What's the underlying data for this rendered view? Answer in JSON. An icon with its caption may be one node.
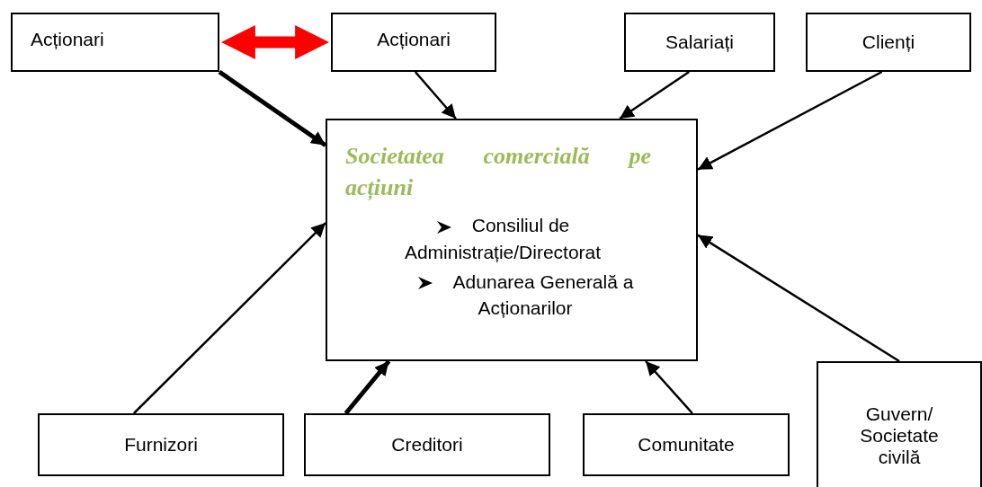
{
  "diagram": {
    "nodes": [
      {
        "text": [
          "Acționari"
        ]
      },
      {
        "text": [
          "Acționari"
        ]
      },
      {
        "text": [
          "Salariați"
        ]
      },
      {
        "text": [
          "Clienți"
        ]
      },
      {
        "text": [
          "Societatea comercială pe acțiuni",
          "Consiliul de Administrație/Directorat",
          "Adunarea Generală a Acționarilor"
        ]
      },
      {
        "text": [
          "Furnizori"
        ]
      },
      {
        "text": [
          "Creditori"
        ]
      },
      {
        "text": [
          "Comunitate"
        ]
      },
      {
        "text": [
          "Guvern/ Societate civilă"
        ]
      }
    ],
    "edges": [
      {
        "from": 0,
        "to": 1,
        "arrow": "both",
        "style": "thick",
        "color": "#ff0000"
      },
      {
        "from": 0,
        "to": 4,
        "arrow": "to",
        "style": "thick"
      },
      {
        "from": 1,
        "to": 4,
        "arrow": "to"
      },
      {
        "from": 2,
        "to": 4,
        "arrow": "to"
      },
      {
        "from": 3,
        "to": 4,
        "arrow": "to"
      },
      {
        "from": 5,
        "to": 4,
        "arrow": "to"
      },
      {
        "from": 6,
        "to": 4,
        "arrow": "to",
        "style": "thick"
      },
      {
        "from": 7,
        "to": 4,
        "arrow": "to"
      },
      {
        "from": 8,
        "to": 4,
        "arrow": "to"
      }
    ]
  }
}
